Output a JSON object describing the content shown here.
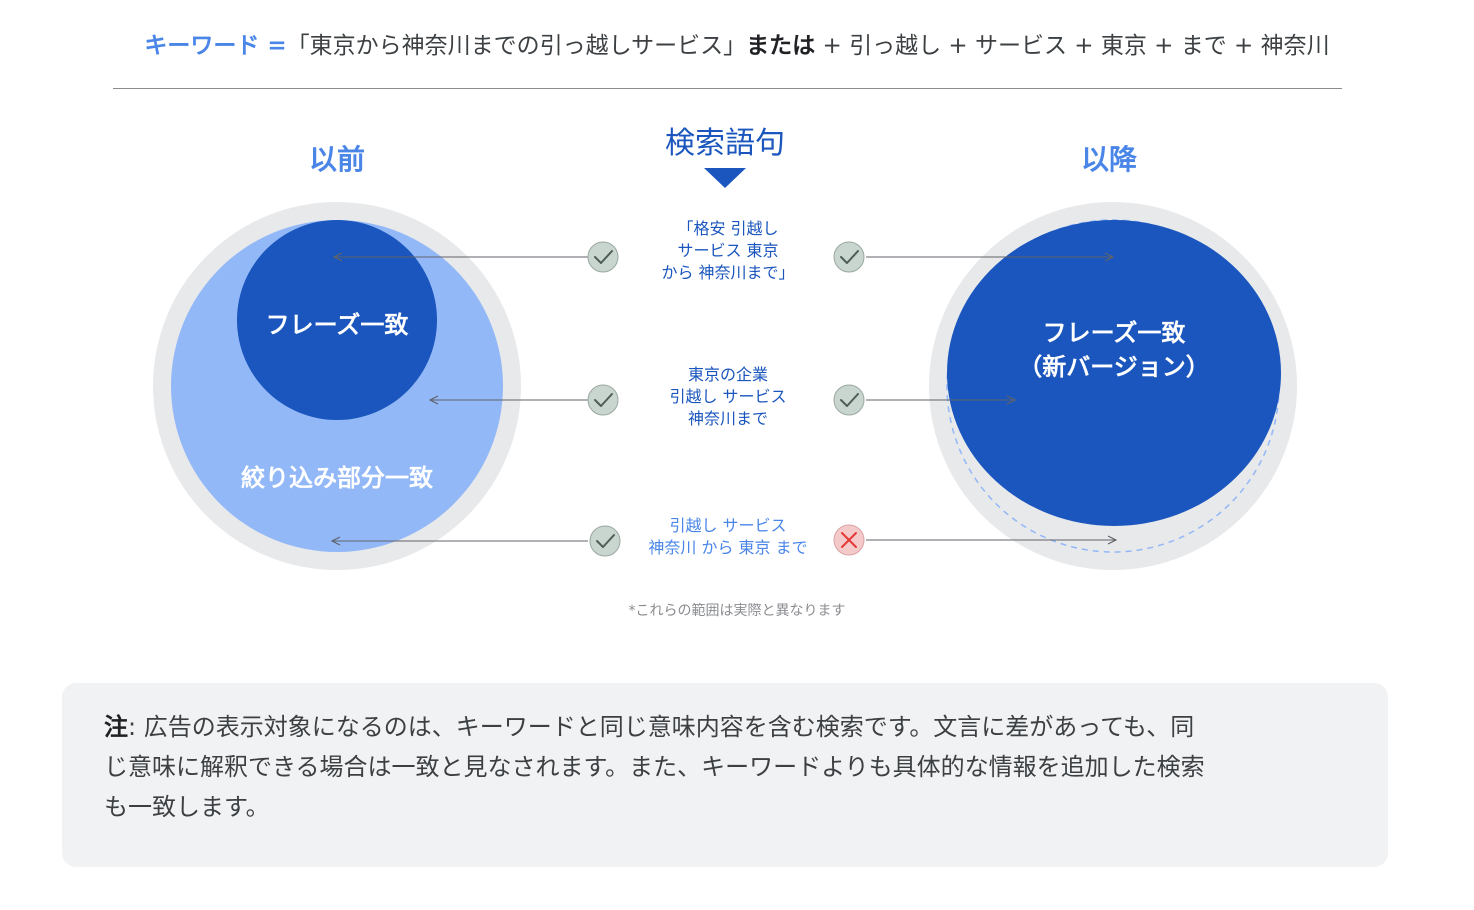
{
  "header": {
    "keyword_label": "キーワード =",
    "phrase": "「東京から神奈川までの引っ越しサービス」",
    "or_label": "または",
    "broad_terms": " + 引っ越し + サービス + 東京 + まで + 神奈川"
  },
  "diagram": {
    "before_title": "以前",
    "after_title": "以降",
    "center_title": "検索語句",
    "before_inner_label": "フレーズ一致",
    "before_outer_label": "絞り込み部分一致",
    "after_label_line1": "フレーズ一致",
    "after_label_line2": "（新バージョン）",
    "queries": [
      {
        "lines": [
          "「格安 引越し",
          "サービス 東京",
          "から 神奈川まで」"
        ],
        "before": "match",
        "after": "match"
      },
      {
        "lines": [
          "東京の企業",
          "引越し サービス",
          "神奈川まで"
        ],
        "before": "match",
        "after": "match"
      },
      {
        "lines": [
          "引越し サービス",
          "神奈川 から 東京 まで"
        ],
        "before": "match",
        "after": "no-match"
      }
    ],
    "footnote": "*これらの範囲は実際と異なります",
    "colors": {
      "dark_blue": "#1a56bd",
      "light_blue": "#93b8f7",
      "accent_blue": "#4a86e8",
      "ring_gray": "#e8e9eb",
      "check_bg": "#c9d5cf",
      "cross_bg": "#f3c9c9",
      "cross_red": "#e53935"
    },
    "icons": [
      "check-icon",
      "cross-icon",
      "arrow-left-icon",
      "arrow-right-icon",
      "triangle-down-icon"
    ]
  },
  "note": {
    "label": "注",
    "line1": ": 広告の表示対象になるのは、キーワードと同じ意味内容を含む検索です。文言に差があっても、同",
    "line2": "じ意味に解釈できる場合は一致と見なされます。また、キーワードよりも具体的な情報を追加した検索",
    "line3": "も一致します。"
  }
}
